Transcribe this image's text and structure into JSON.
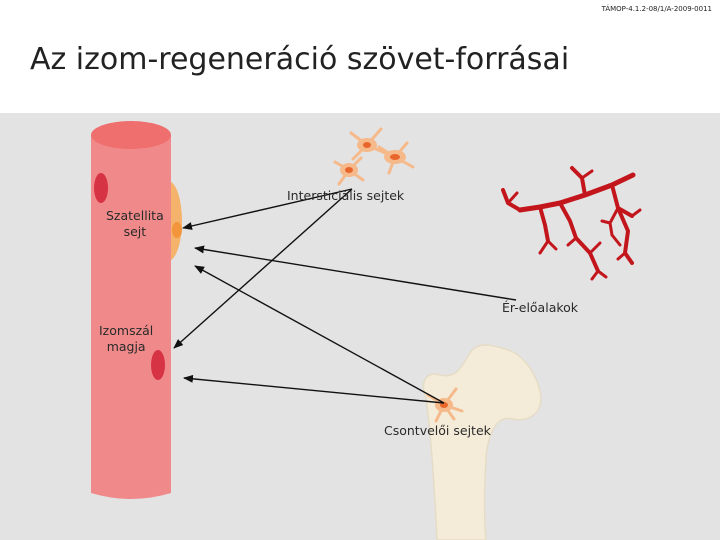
{
  "header": {
    "project_code": "TÁMOP-4.1.2-08/1/A-2009-0011",
    "title": "Az izom-regeneráció szövet-forrásai"
  },
  "labels": {
    "satellite_line1": "Szatellita",
    "satellite_line2": "sejt",
    "interstitial": "Intersticiális sejtek",
    "vascular": "Ér-előalakok",
    "nucleus_line1": "Izomszál",
    "nucleus_line2": "magja",
    "bone": "Csontvelői sejtek"
  },
  "colors": {
    "muscle_fiber": "#f08a8a",
    "muscle_top": "#ef6e6e",
    "nucleus": "#d63345",
    "satellite_cell": "#f5b26a",
    "vessel": "#c3161c",
    "bone": "#f4ecd9",
    "cell_body": "#f5b98a",
    "cell_nucleus": "#e8662c",
    "background": "#e3e3e3"
  }
}
